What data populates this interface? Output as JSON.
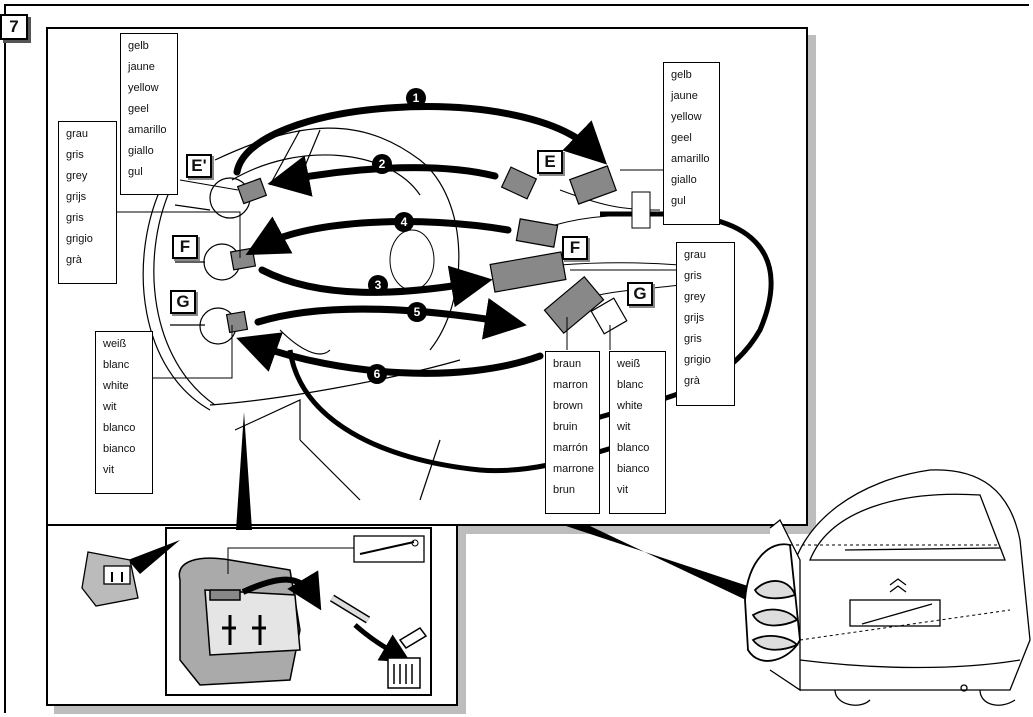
{
  "step": "7",
  "connector_labels": {
    "e_prime": "E'",
    "e": "E",
    "f_left": "F",
    "f_right": "F",
    "g_left": "G",
    "g_right": "G"
  },
  "arrow_numbers": [
    "1",
    "2",
    "3",
    "4",
    "5",
    "6"
  ],
  "color_boxes": {
    "yellow_left": [
      "gelb",
      "jaune",
      "yellow",
      "geel",
      "amarillo",
      "giallo",
      "gul"
    ],
    "grey_left": [
      "grau",
      "gris",
      "grey",
      "grijs",
      "gris",
      "grigio",
      "grà"
    ],
    "white_left": [
      "weiß",
      "blanc",
      "white",
      "wit",
      "blanco",
      "bianco",
      "vit"
    ],
    "yellow_right": [
      "gelb",
      "jaune",
      "yellow",
      "geel",
      "amarillo",
      "giallo",
      "gul"
    ],
    "grey_right": [
      "grau",
      "gris",
      "grey",
      "grijs",
      "gris",
      "grigio",
      "grà"
    ],
    "brown": [
      "braun",
      "marron",
      "brown",
      "bruin",
      "marrón",
      "marrone",
      "brun"
    ],
    "white_right": [
      "weiß",
      "blanc",
      "white",
      "wit",
      "blanco",
      "bianco",
      "vit"
    ]
  },
  "icons": [
    "connector-icon",
    "trash-can-icon",
    "pin-removal-tool-icon",
    "car-rear-icon",
    "lamp-housing-icon"
  ]
}
